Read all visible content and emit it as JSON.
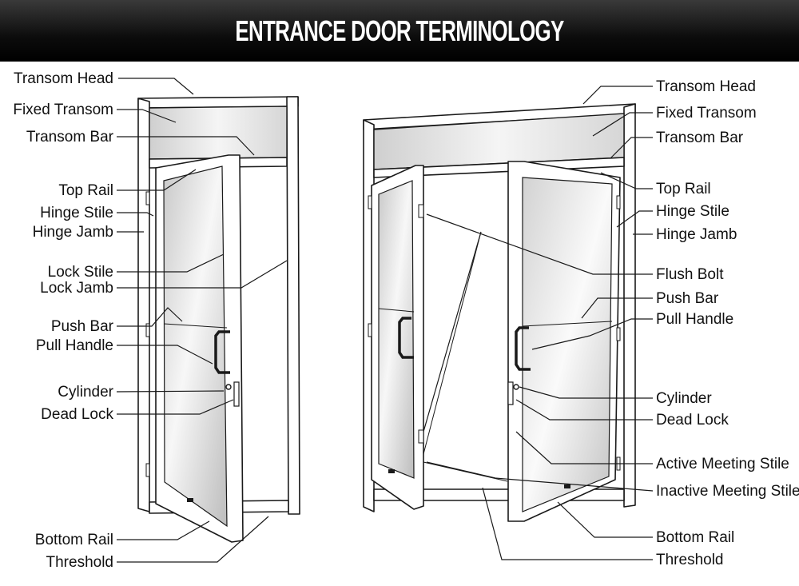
{
  "title": "ENTRANCE DOOR TERMINOLOGY",
  "colors": {
    "header_bg": "#000000",
    "header_text": "#ffffff",
    "ink": "#111111",
    "glass": "#dcdcdc"
  },
  "labels_left": [
    "Transom Head",
    "Fixed Transom",
    "Transom Bar",
    "Top Rail",
    "Hinge Stile",
    "Hinge Jamb",
    "Lock Stile",
    "Lock Jamb",
    "Push Bar",
    "Pull Handle",
    "Cylinder",
    "Dead Lock",
    "Bottom Rail",
    "Threshold"
  ],
  "labels_right": [
    "Transom Head",
    "Fixed Transom",
    "Transom Bar",
    "Top Rail",
    "Hinge Stile",
    "Hinge Jamb",
    "Flush Bolt",
    "Push Bar",
    "Pull Handle",
    "Cylinder",
    "Dead Lock",
    "Active Meeting Stile",
    "Inactive Meeting Stile",
    "Bottom Rail",
    "Threshold"
  ]
}
